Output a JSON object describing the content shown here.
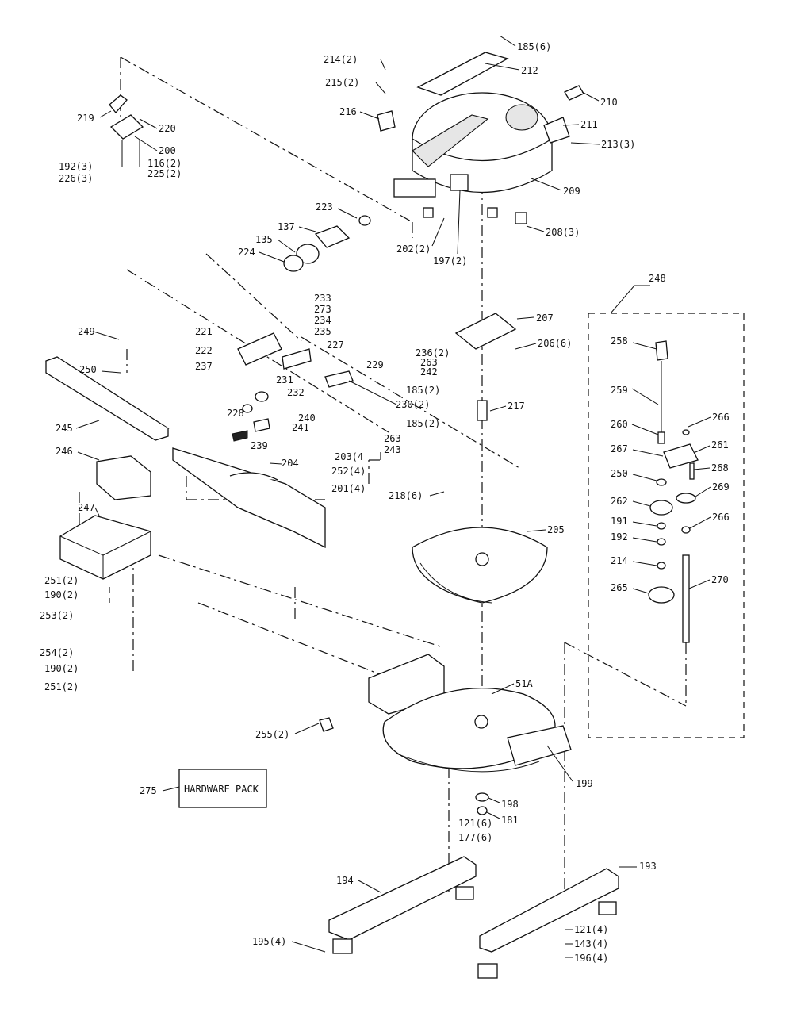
{
  "diagram": {
    "hardware_pack_label": "HARDWARE PACK",
    "assembly_box_label": "248",
    "callouts": [
      {
        "id": "185a",
        "text": "185(6)"
      },
      {
        "id": "212",
        "text": "212"
      },
      {
        "id": "214a",
        "text": "214(2)"
      },
      {
        "id": "215",
        "text": "215(2)"
      },
      {
        "id": "216",
        "text": "216"
      },
      {
        "id": "210",
        "text": "210"
      },
      {
        "id": "211",
        "text": "211"
      },
      {
        "id": "213",
        "text": "213(3)"
      },
      {
        "id": "209",
        "text": "209"
      },
      {
        "id": "208",
        "text": "208(3)"
      },
      {
        "id": "219",
        "text": "219"
      },
      {
        "id": "220",
        "text": "220"
      },
      {
        "id": "200",
        "text": "200"
      },
      {
        "id": "192a",
        "text": "192(3)"
      },
      {
        "id": "116",
        "text": "116(2)"
      },
      {
        "id": "226",
        "text": "226(3)"
      },
      {
        "id": "225",
        "text": "225(2)"
      },
      {
        "id": "223",
        "text": "223"
      },
      {
        "id": "137",
        "text": "137"
      },
      {
        "id": "135",
        "text": "135"
      },
      {
        "id": "224",
        "text": "224"
      },
      {
        "id": "202",
        "text": "202(2)"
      },
      {
        "id": "197",
        "text": "197(2)"
      },
      {
        "id": "233",
        "text": "233"
      },
      {
        "id": "273",
        "text": "273"
      },
      {
        "id": "234",
        "text": "234"
      },
      {
        "id": "235",
        "text": "235"
      },
      {
        "id": "221",
        "text": "221"
      },
      {
        "id": "227",
        "text": "227"
      },
      {
        "id": "222",
        "text": "222"
      },
      {
        "id": "237",
        "text": "237"
      },
      {
        "id": "232",
        "text": "232"
      },
      {
        "id": "229",
        "text": "229"
      },
      {
        "id": "236",
        "text": "236(2)"
      },
      {
        "id": "263a",
        "text": "263"
      },
      {
        "id": "242",
        "text": "242"
      },
      {
        "id": "185b",
        "text": "185(2)"
      },
      {
        "id": "230",
        "text": "230(2)"
      },
      {
        "id": "185c",
        "text": "185(2)"
      },
      {
        "id": "263b",
        "text": "263"
      },
      {
        "id": "243",
        "text": "243"
      },
      {
        "id": "231",
        "text": "231"
      },
      {
        "id": "228",
        "text": "228"
      },
      {
        "id": "240",
        "text": "240"
      },
      {
        "id": "241",
        "text": "241"
      },
      {
        "id": "239",
        "text": "239"
      },
      {
        "id": "207",
        "text": "207"
      },
      {
        "id": "206",
        "text": "206(6)"
      },
      {
        "id": "217",
        "text": "217"
      },
      {
        "id": "249",
        "text": "249"
      },
      {
        "id": "250a",
        "text": "250"
      },
      {
        "id": "245",
        "text": "245"
      },
      {
        "id": "246",
        "text": "246"
      },
      {
        "id": "204",
        "text": "204"
      },
      {
        "id": "203",
        "text": "203(4"
      },
      {
        "id": "252",
        "text": "252(4)"
      },
      {
        "id": "201",
        "text": "201(4)"
      },
      {
        "id": "247",
        "text": "247"
      },
      {
        "id": "218",
        "text": "218(6)"
      },
      {
        "id": "205",
        "text": "205"
      },
      {
        "id": "251a",
        "text": "251(2)"
      },
      {
        "id": "190a",
        "text": "190(2)"
      },
      {
        "id": "253",
        "text": "253(2)"
      },
      {
        "id": "254",
        "text": "254(2)"
      },
      {
        "id": "190b",
        "text": "190(2)"
      },
      {
        "id": "251b",
        "text": "251(2)"
      },
      {
        "id": "51A",
        "text": "51A"
      },
      {
        "id": "255",
        "text": "255(2)"
      },
      {
        "id": "199",
        "text": "199"
      },
      {
        "id": "275",
        "text": "275"
      },
      {
        "id": "198",
        "text": "198"
      },
      {
        "id": "181",
        "text": "181"
      },
      {
        "id": "121a",
        "text": "121(6)"
      },
      {
        "id": "177",
        "text": "177(6)"
      },
      {
        "id": "194",
        "text": "194"
      },
      {
        "id": "193",
        "text": "193"
      },
      {
        "id": "195",
        "text": "195(4)"
      },
      {
        "id": "121b",
        "text": "121(4)"
      },
      {
        "id": "143",
        "text": "143(4)"
      },
      {
        "id": "196",
        "text": "196(4)"
      },
      {
        "id": "258",
        "text": "258"
      },
      {
        "id": "259",
        "text": "259"
      },
      {
        "id": "266a",
        "text": "266"
      },
      {
        "id": "260",
        "text": "260"
      },
      {
        "id": "261",
        "text": "261"
      },
      {
        "id": "267",
        "text": "267"
      },
      {
        "id": "268",
        "text": "268"
      },
      {
        "id": "250b",
        "text": "250"
      },
      {
        "id": "269",
        "text": "269"
      },
      {
        "id": "262",
        "text": "262"
      },
      {
        "id": "266b",
        "text": "266"
      },
      {
        "id": "191",
        "text": "191"
      },
      {
        "id": "192b",
        "text": "192"
      },
      {
        "id": "214b",
        "text": "214"
      },
      {
        "id": "270",
        "text": "270"
      },
      {
        "id": "265",
        "text": "265"
      }
    ]
  }
}
